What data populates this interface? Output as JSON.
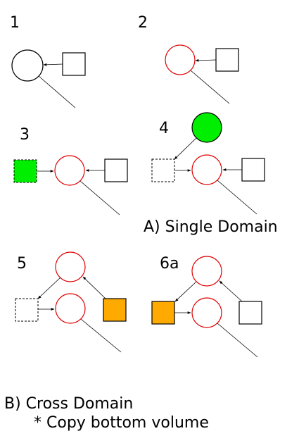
{
  "panels": [
    {
      "label": "1"
    },
    {
      "label": "2"
    },
    {
      "label": "3"
    },
    {
      "label": "4"
    },
    {
      "label": "5"
    },
    {
      "label": "6a"
    }
  ],
  "captions": {
    "single_domain": "A) Single Domain",
    "cross_domain": "B) Cross Domain",
    "note": "* Copy bottom volume"
  },
  "colors": {
    "volume_outline_default": "#000000",
    "volume_outline_red": "#e00000",
    "green_fill": "#00ee00",
    "orange_fill": "#ffaa00",
    "box_outline": "#000000"
  }
}
